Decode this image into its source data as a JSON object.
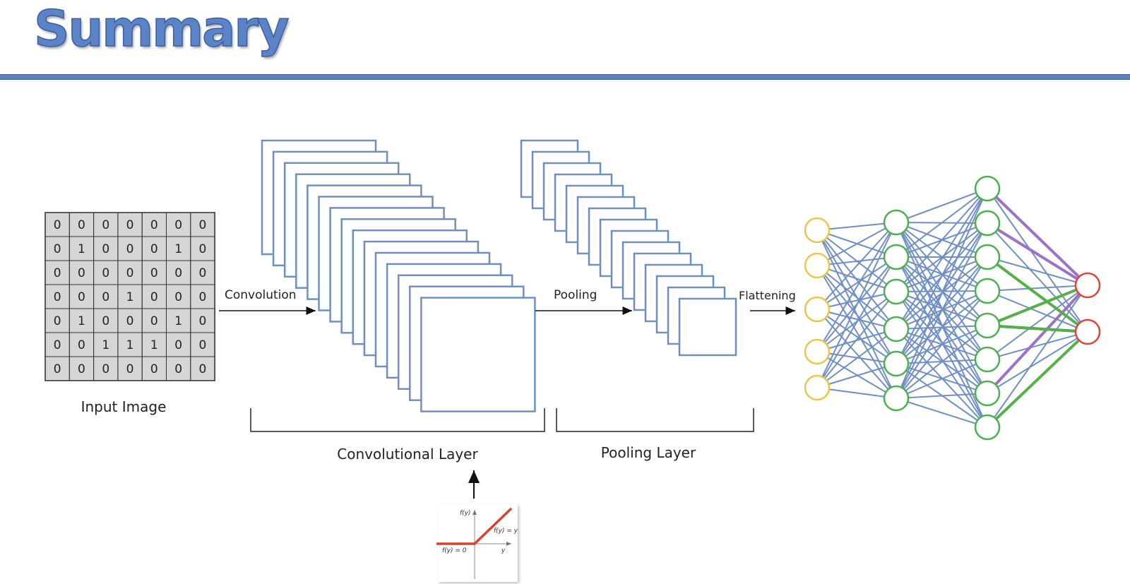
{
  "title": "Summary",
  "input_image": {
    "label": "Input Image",
    "grid": [
      [
        "0",
        "0",
        "0",
        "0",
        "0",
        "0",
        "0"
      ],
      [
        "0",
        "1",
        "0",
        "0",
        "0",
        "1",
        "0"
      ],
      [
        "0",
        "0",
        "0",
        "0",
        "0",
        "0",
        "0"
      ],
      [
        "0",
        "0",
        "0",
        "1",
        "0",
        "0",
        "0"
      ],
      [
        "0",
        "1",
        "0",
        "0",
        "0",
        "1",
        "0"
      ],
      [
        "0",
        "0",
        "1",
        "1",
        "1",
        "0",
        "0"
      ],
      [
        "0",
        "0",
        "0",
        "0",
        "0",
        "0",
        "0"
      ]
    ]
  },
  "steps": {
    "convolution": "Convolution",
    "pooling": "Pooling",
    "flattening": "Flattening"
  },
  "layers": {
    "convolutional": "Convolutional Layer",
    "pooling": "Pooling Layer"
  },
  "relu": {
    "fy_axis": "f(y)",
    "y_axis": "y",
    "eq_positive": "f(y) = y",
    "eq_zero": "f(y) = 0"
  },
  "colors": {
    "title": "#5b84c8",
    "rule": "#5b7fbf",
    "map_stroke": "#6f8fc4",
    "input_node": "#e8c84a",
    "hidden_node": "#4caf50",
    "output_node": "#e0443a",
    "edge": "#6f8fc4",
    "edge_purple": "#9b72c8",
    "edge_green": "#56b04a",
    "relu": "#d9432b"
  }
}
